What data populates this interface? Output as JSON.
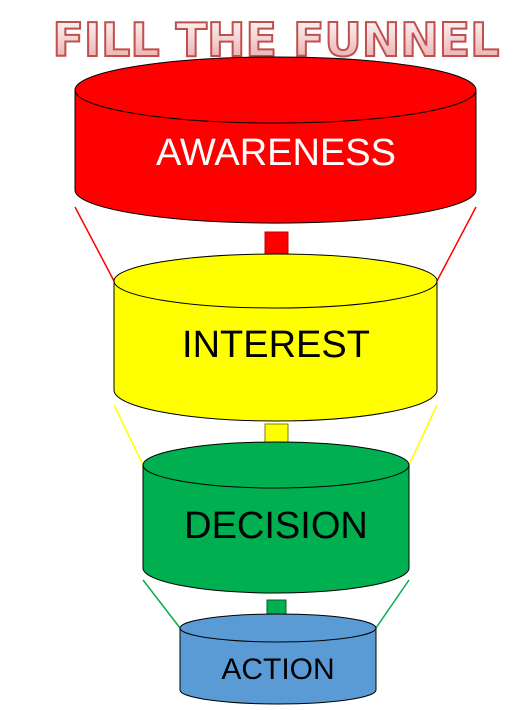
{
  "title": "FILL THE FUNNEL",
  "stages": [
    {
      "label": "AWARENESS",
      "fill": "#ff0000",
      "top_fill": "#ff0000",
      "text_color": "#ffffff"
    },
    {
      "label": "INTEREST",
      "fill": "#ffff00",
      "top_fill": "#ffff00",
      "text_color": "#000000"
    },
    {
      "label": "DECISION",
      "fill": "#00b050",
      "top_fill": "#00b050",
      "text_color": "#000000"
    },
    {
      "label": "ACTION",
      "fill": "#5b9bd5",
      "top_fill": "#5b9bd5",
      "text_color": "#000000"
    }
  ],
  "colors": {
    "title_fill": "#f4c8c8",
    "title_stroke": "#c0504d",
    "connector_red": "#ff0000",
    "connector_yellow": "#ffff00",
    "connector_green": "#00b050",
    "outline": "#000000"
  },
  "arrows": [
    "red-down-arrow",
    "yellow-down-arrow",
    "green-down-arrow"
  ]
}
